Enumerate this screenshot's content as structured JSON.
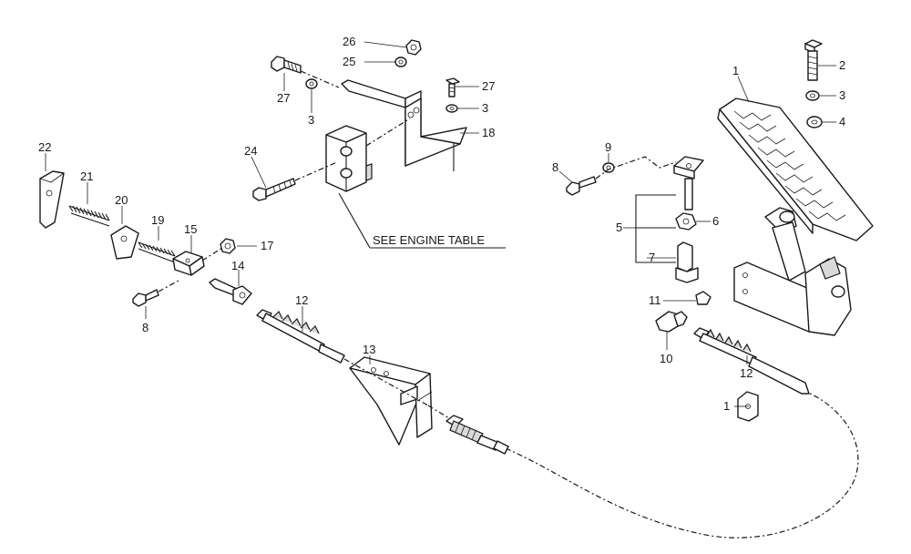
{
  "note": "SEE ENGINE TABLE",
  "callouts": {
    "c1a": "1",
    "c2": "2",
    "c3a": "3",
    "c4": "4",
    "c5": "5",
    "c6": "6",
    "c7": "7",
    "c8a": "8",
    "c9": "9",
    "c10": "10",
    "c11": "11",
    "c12a": "12",
    "c1b": "1",
    "c12b": "12",
    "c13": "13",
    "c14": "14",
    "c15": "15",
    "c17": "17",
    "c8b": "8",
    "c19": "19",
    "c20": "20",
    "c21": "21",
    "c22": "22",
    "c24": "24",
    "c26": "26",
    "c25": "25",
    "c27a": "27",
    "c3b": "3",
    "c27b": "27",
    "c3c": "3",
    "c18": "18"
  }
}
